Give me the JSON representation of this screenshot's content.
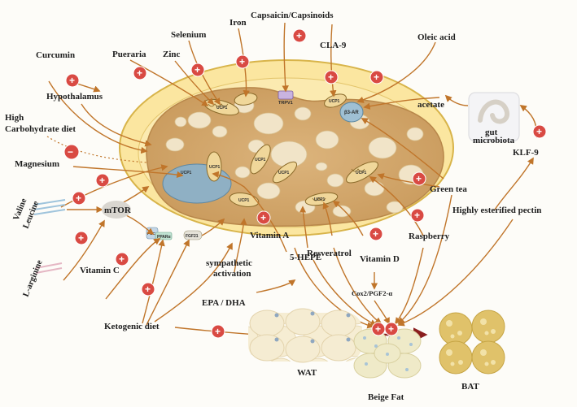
{
  "labels": {
    "capsaicin": "Capsaicin/Capsinoids",
    "selenium": "Selenium",
    "iron": "Iron",
    "cla9": "CLA-9",
    "oleic": "Oleic acid",
    "curcumin": "Curcumin",
    "pueraria": "Pueraria",
    "zinc": "Zinc",
    "hypothalamus": "Hypothalamus",
    "high_carb_1": "High",
    "high_carb_2": "Carbohydrate diet",
    "acetate": "acetate",
    "gut_1": "gut",
    "gut_2": "microbiota",
    "klf9": "KLF-9",
    "magnesium": "Magnesium",
    "green_tea": "Green tea",
    "highly_pectin": "Highly esterified pectin",
    "valine": "Valine",
    "leucine": "Leucine",
    "mtor": "mTOR",
    "raspberry": "Raspberry",
    "vitamin_a": "Vitamin A",
    "resveratrol": "Resveratrol",
    "vitamin_d": "Vitamin D",
    "five_hepe": "5-HEPE",
    "l_arginine": "L-arginine",
    "vitamin_c": "Vitamin C",
    "symp_1": "sympathetic",
    "symp_2": "activation",
    "cox2": "Cox2/PGF2-α",
    "epa": "EPA / DHA",
    "keto": "Ketogenic diet",
    "wat": "WAT",
    "beige": "Beige Fat",
    "bat": "BAT"
  },
  "cell_labels": {
    "ucp1": "UCP1",
    "trpv1": "TRPV1",
    "b3ar": "β3-AR",
    "pgc1a": "PGC-1α",
    "ppara": "PPARα",
    "fgf21": "FGF21"
  },
  "symbols": {
    "plus": "+",
    "minus": "−"
  },
  "colors": {
    "outer_membrane": "#fbe6a0",
    "outer_edge": "#d8b44a",
    "cytoplasm": "#d4aa70",
    "droplet": "#f1e4c8",
    "nucleus": "#8fb0c4",
    "arrow": "#c0752a",
    "plus": "#d94a43",
    "minus": "#c9473f",
    "pectin_arrow": "#c0752a"
  }
}
